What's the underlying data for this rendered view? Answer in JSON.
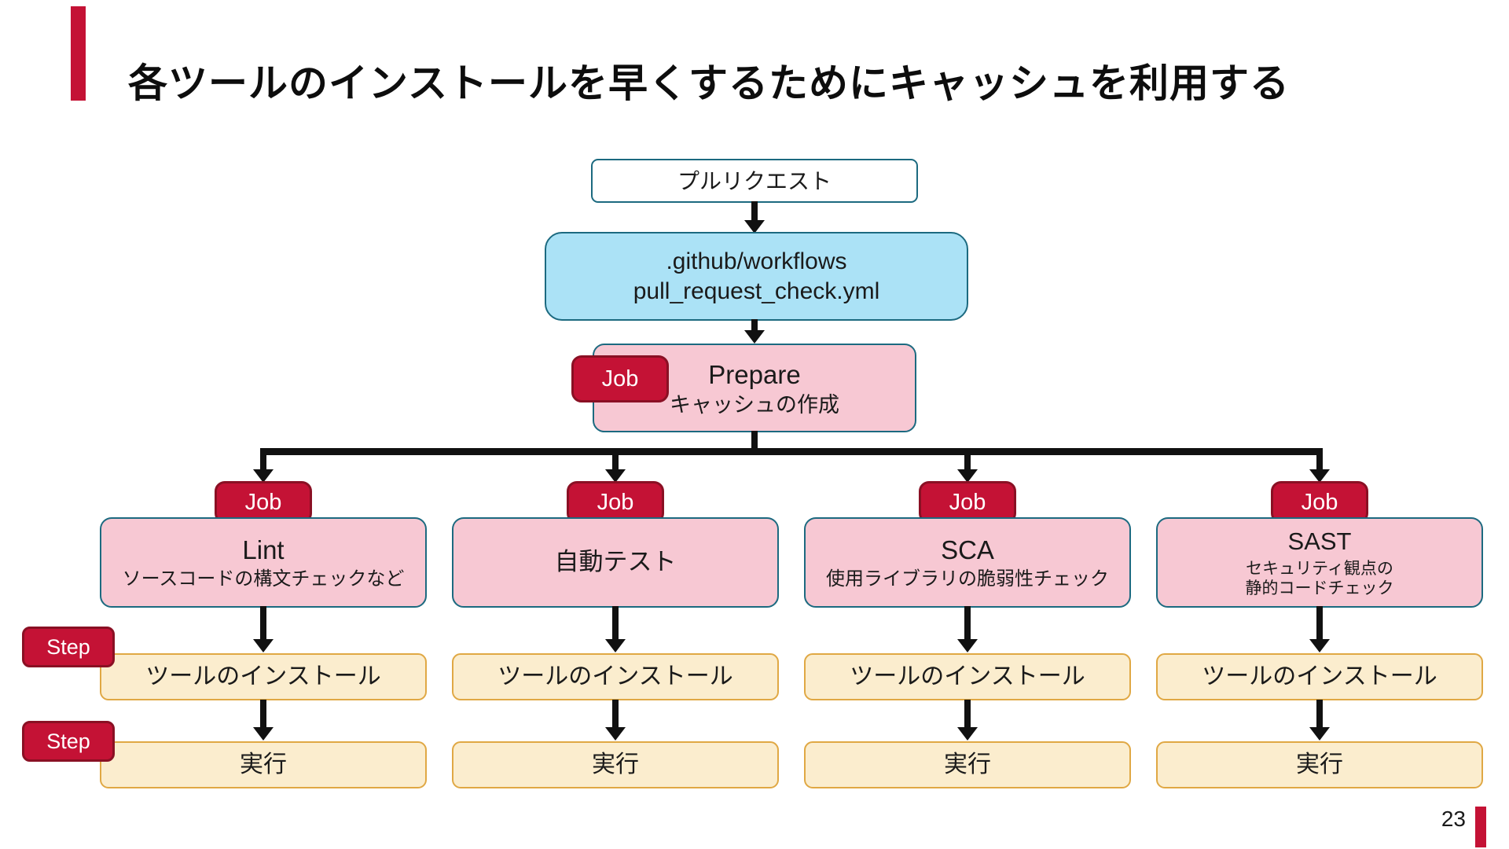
{
  "title": "各ツールのインストールを早くするためにキャッシュを利用する",
  "page_number": "23",
  "colors": {
    "accent_red": "#c41235",
    "accent_red_border": "#8a1024",
    "teal_border": "#1c6a80",
    "blue_fill": "#abe2f6",
    "pink_fill": "#f7c8d3",
    "yellow_fill": "#fbedce",
    "yellow_border": "#e0a844",
    "arrow": "#111111"
  },
  "flow": {
    "trigger_label": "プルリクエスト",
    "workflow_file": {
      "line1": ".github/workflows",
      "line2": "pull_request_check.yml"
    },
    "prepare": {
      "badge": "Job",
      "title": "Prepare",
      "subtitle": "キャッシュの作成"
    },
    "jobs": [
      {
        "badge": "Job",
        "title": "Lint",
        "subtitle": "ソースコードの構文チェックなど",
        "install_step": "ツールのインストール",
        "run_step": "実行"
      },
      {
        "badge": "Job",
        "title": "自動テスト",
        "subtitle": "",
        "install_step": "ツールのインストール",
        "run_step": "実行"
      },
      {
        "badge": "Job",
        "title": "SCA",
        "subtitle": "使用ライブラリの脆弱性チェック",
        "install_step": "ツールのインストール",
        "run_step": "実行"
      },
      {
        "badge": "Job",
        "title": "SAST",
        "subtitle": "セキュリティ観点の\n静的コードチェック",
        "install_step": "ツールのインストール",
        "run_step": "実行"
      }
    ],
    "step_badges": [
      {
        "label": "Step"
      },
      {
        "label": "Step"
      }
    ]
  }
}
